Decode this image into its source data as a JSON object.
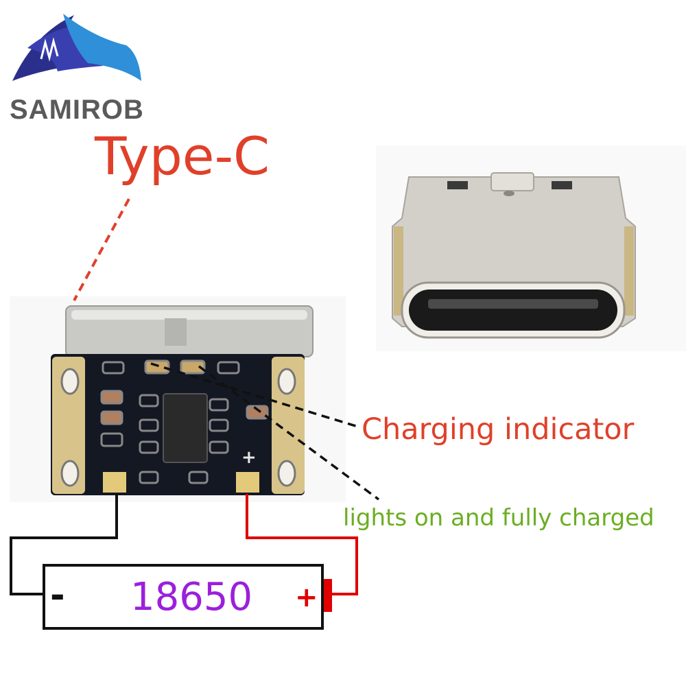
{
  "brand": {
    "name": "SAMIROB"
  },
  "labels": {
    "title": "Type-C",
    "charging_indicator": "Charging indicator",
    "lights_note": "lights on and fully charged",
    "battery": "18650",
    "battery_negative": "-",
    "battery_positive": "+",
    "board_positive": "+"
  },
  "colors": {
    "title_red": "#e0402a",
    "note_green": "#6aae22",
    "battery_purple": "#9b1fdc",
    "wire_red": "#e00000",
    "wire_black": "#111111",
    "pcb": "#141823",
    "logo_blue": "#2b5fb4"
  }
}
